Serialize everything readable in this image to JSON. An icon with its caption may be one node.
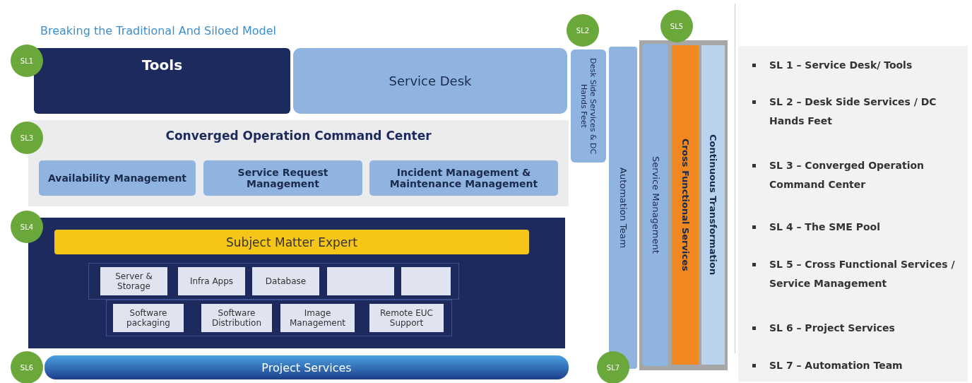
{
  "diagram": {
    "title": "Breaking the Traditional And Siloed Model",
    "nodes": [
      {
        "text": [
          "Tools"
        ]
      },
      {
        "text": [
          "Service Desk"
        ]
      },
      {
        "text": [
          "Converged Operation Command Center"
        ]
      },
      {
        "text": [
          "Availability Management"
        ],
        "in": 2
      },
      {
        "text": [
          "Service Request Management"
        ],
        "in": 2
      },
      {
        "text": [
          "Incident Management & Maintenance Management"
        ],
        "in": 2
      },
      {
        "text": [],
        "shape": "box"
      },
      {
        "text": [
          "Subject Matter Expert"
        ],
        "in": 6
      },
      {
        "text": [
          "Server & Storage"
        ],
        "in": 6
      },
      {
        "text": [
          "Infra Apps"
        ],
        "in": 6
      },
      {
        "text": [
          "Database"
        ],
        "in": 6
      },
      {
        "text": [],
        "shape": "box",
        "in": 6
      },
      {
        "text": [],
        "shape": "box",
        "in": 6
      },
      {
        "text": [
          "Software packaging"
        ],
        "in": 6
      },
      {
        "text": [
          "Software Distribution"
        ],
        "in": 6
      },
      {
        "text": [
          "Image Management"
        ],
        "in": 6
      },
      {
        "text": [
          "Remote EUC Support"
        ],
        "in": 6
      },
      {
        "text": [
          "Project Services"
        ]
      },
      {
        "text": [
          "Desk Side Services & DC Hands Feet"
        ]
      },
      {
        "text": [
          "Automation Team"
        ]
      },
      {
        "text": [],
        "shape": "box"
      },
      {
        "text": [
          "Service Management"
        ],
        "in": 20
      },
      {
        "text": [
          "Cross Functional Services"
        ],
        "in": 20
      },
      {
        "text": [
          "Continuous Transformation"
        ],
        "in": 20
      },
      {
        "text": [
          "SL1"
        ]
      },
      {
        "text": [
          "SL2"
        ]
      },
      {
        "text": [
          "SL5"
        ]
      },
      {
        "text": [
          "SL3"
        ]
      },
      {
        "text": [
          "SL4"
        ]
      },
      {
        "text": [
          "SL6"
        ]
      },
      {
        "text": [
          "SL7"
        ]
      }
    ],
    "labels": [
      "SL 1 – Service Desk/ Tools",
      "SL 2 – Desk Side Services / DC Hands Feet",
      "SL 3 – Converged Operation Command Center",
      "SL 4 – The SME Pool",
      "SL 5 – Cross Functional Services / Service Management",
      "SL 6 – Project Services",
      "SL 7 – Automation Team"
    ]
  }
}
